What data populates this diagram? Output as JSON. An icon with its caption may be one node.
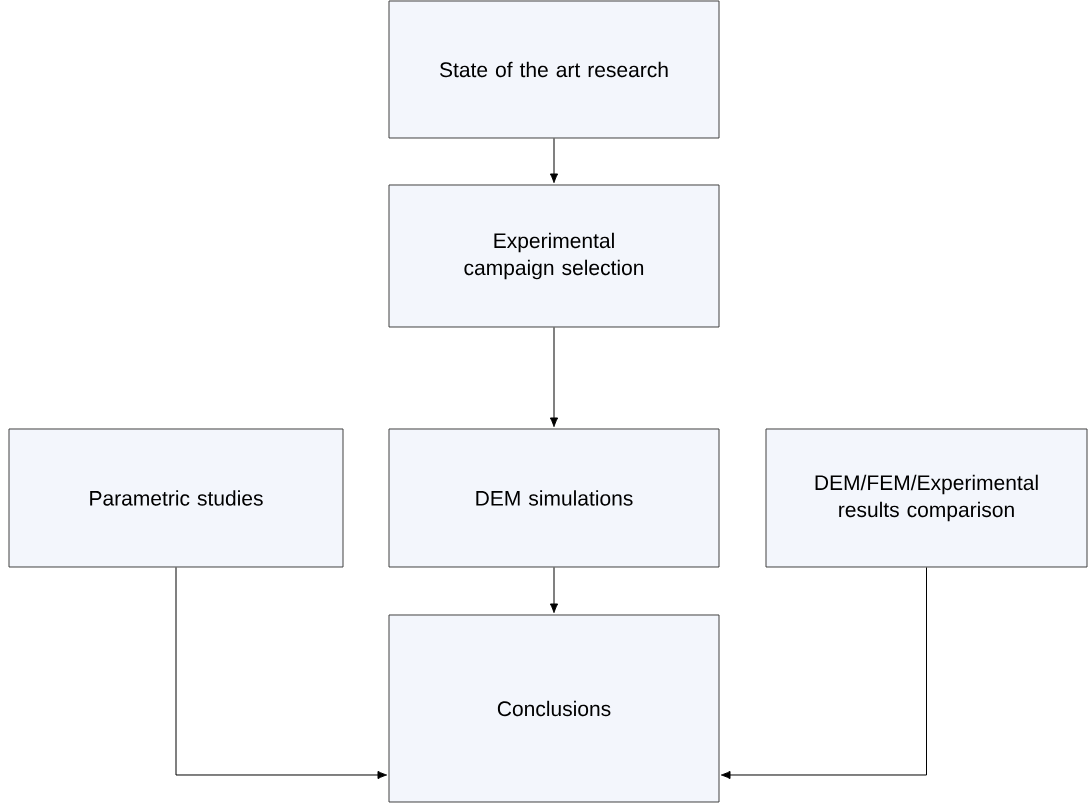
{
  "diagram": {
    "nodes": [
      {
        "text": [
          "State of the art research"
        ]
      },
      {
        "text": [
          "Experimental campaign selection"
        ]
      },
      {
        "text": [
          "Parametric studies"
        ]
      },
      {
        "text": [
          "DEM simulations"
        ]
      },
      {
        "text": [
          "DEM/FEM/Experimental results comparison"
        ]
      },
      {
        "text": [
          "Conclusions"
        ]
      }
    ],
    "edges": [
      {
        "from": 0,
        "to": 1,
        "arrow": "to"
      },
      {
        "from": 1,
        "to": 3,
        "arrow": "to"
      },
      {
        "from": 3,
        "to": 5,
        "arrow": "to"
      },
      {
        "from": 2,
        "to": 5,
        "arrow": "to"
      },
      {
        "from": 4,
        "to": 5,
        "arrow": "to"
      }
    ]
  }
}
